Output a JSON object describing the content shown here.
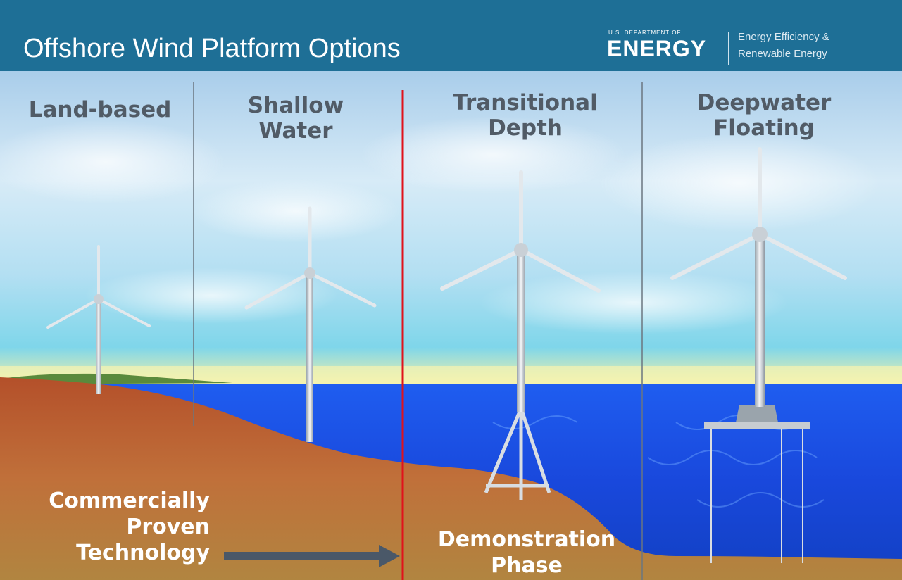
{
  "header": {
    "title": "Offshore Wind Platform Options",
    "logo_small": "U.S. DEPARTMENT OF",
    "logo_big": "ENERGY",
    "eere_line1": "Energy Efficiency &",
    "eere_line2": "Renewable Energy"
  },
  "categories": [
    {
      "line1": "Land-based",
      "line2": ""
    },
    {
      "line1": "Shallow",
      "line2": "Water"
    },
    {
      "line1": "Transitional",
      "line2": "Depth"
    },
    {
      "line1": "Deepwater",
      "line2": "Floating"
    }
  ],
  "labels": {
    "proven_line1": "Commercially",
    "proven_line2": "Proven",
    "proven_line3": "Technology",
    "demo_line1": "Demonstration",
    "demo_line2": "Phase"
  },
  "colors": {
    "header_bg": "#1e6f96",
    "divider_red": "#e0121b",
    "arrow": "#4a5868",
    "water": "#1a47e0",
    "ground": "#b85a2a"
  }
}
